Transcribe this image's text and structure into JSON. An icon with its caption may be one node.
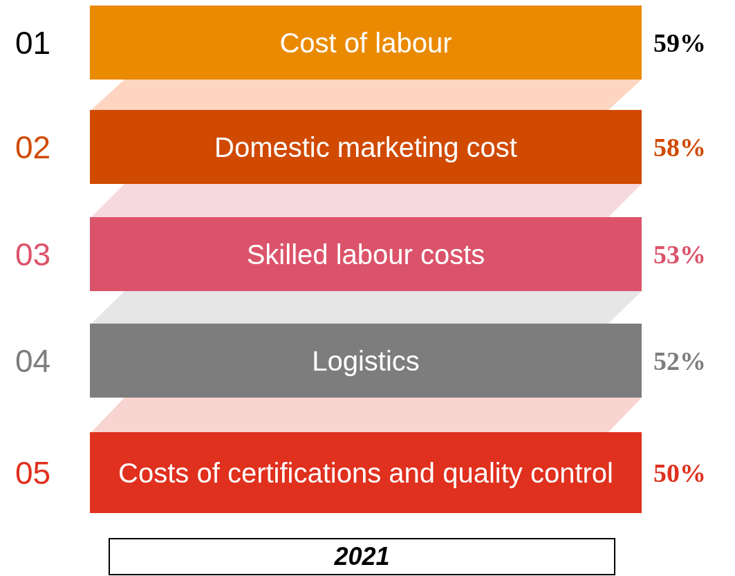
{
  "diagram": {
    "nodes": [
      {
        "text": [
          "Cost of labour"
        ],
        "beside": [
          "01",
          "59%"
        ]
      },
      {
        "text": [
          "Domestic marketing cost"
        ],
        "beside": [
          "02",
          "58%"
        ]
      },
      {
        "text": [
          "Skilled labour costs"
        ],
        "beside": [
          "03",
          "53%"
        ]
      },
      {
        "text": [
          "Logistics"
        ],
        "beside": [
          "04",
          "52%"
        ]
      },
      {
        "text": [
          "Costs of certifications and quality control"
        ],
        "beside": [
          "05",
          "50%"
        ]
      },
      {
        "text": [
          "2021"
        ]
      }
    ]
  }
}
